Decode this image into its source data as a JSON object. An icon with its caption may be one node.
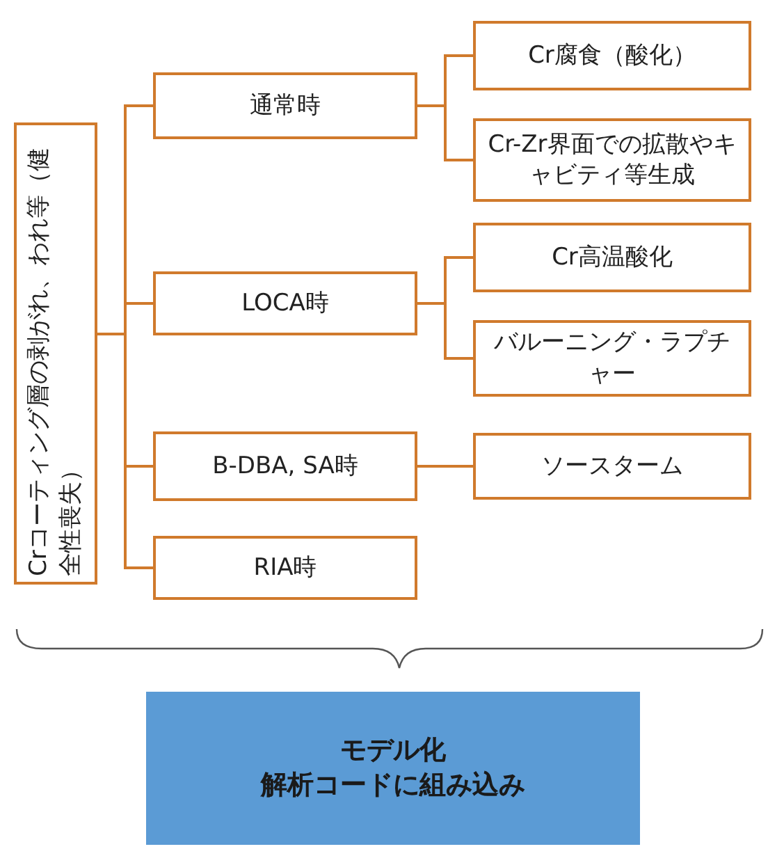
{
  "diagram": {
    "nodes": [
      {
        "text": [
          "Crコーティング層の剥がれ、われ等（健全性喪失）"
        ]
      },
      {
        "text": [
          "通常時"
        ]
      },
      {
        "text": [
          "LOCA時"
        ]
      },
      {
        "text": [
          "B-DBA, SA時"
        ]
      },
      {
        "text": [
          "RIA時"
        ]
      },
      {
        "text": [
          "Cr腐食（酸化）"
        ]
      },
      {
        "text": [
          "Cr-Zr界面での拡散やキャビティ等生成"
        ]
      },
      {
        "text": [
          "Cr高温酸化"
        ]
      },
      {
        "text": [
          "バルーニング・ラプチャー"
        ]
      },
      {
        "text": [
          "ソースターム"
        ]
      },
      {
        "text": [
          "モデル化",
          "解析コードに組み込み"
        ]
      }
    ],
    "edges": [
      {
        "from": 0,
        "to": 1,
        "arrow": "none"
      },
      {
        "from": 0,
        "to": 2,
        "arrow": "none"
      },
      {
        "from": 0,
        "to": 3,
        "arrow": "none"
      },
      {
        "from": 0,
        "to": 4,
        "arrow": "none"
      },
      {
        "from": 1,
        "to": 5,
        "arrow": "none"
      },
      {
        "from": 1,
        "to": 6,
        "arrow": "none"
      },
      {
        "from": 2,
        "to": 7,
        "arrow": "none"
      },
      {
        "from": 2,
        "to": 8,
        "arrow": "none"
      },
      {
        "from": 3,
        "to": 9,
        "arrow": "none"
      }
    ]
  }
}
